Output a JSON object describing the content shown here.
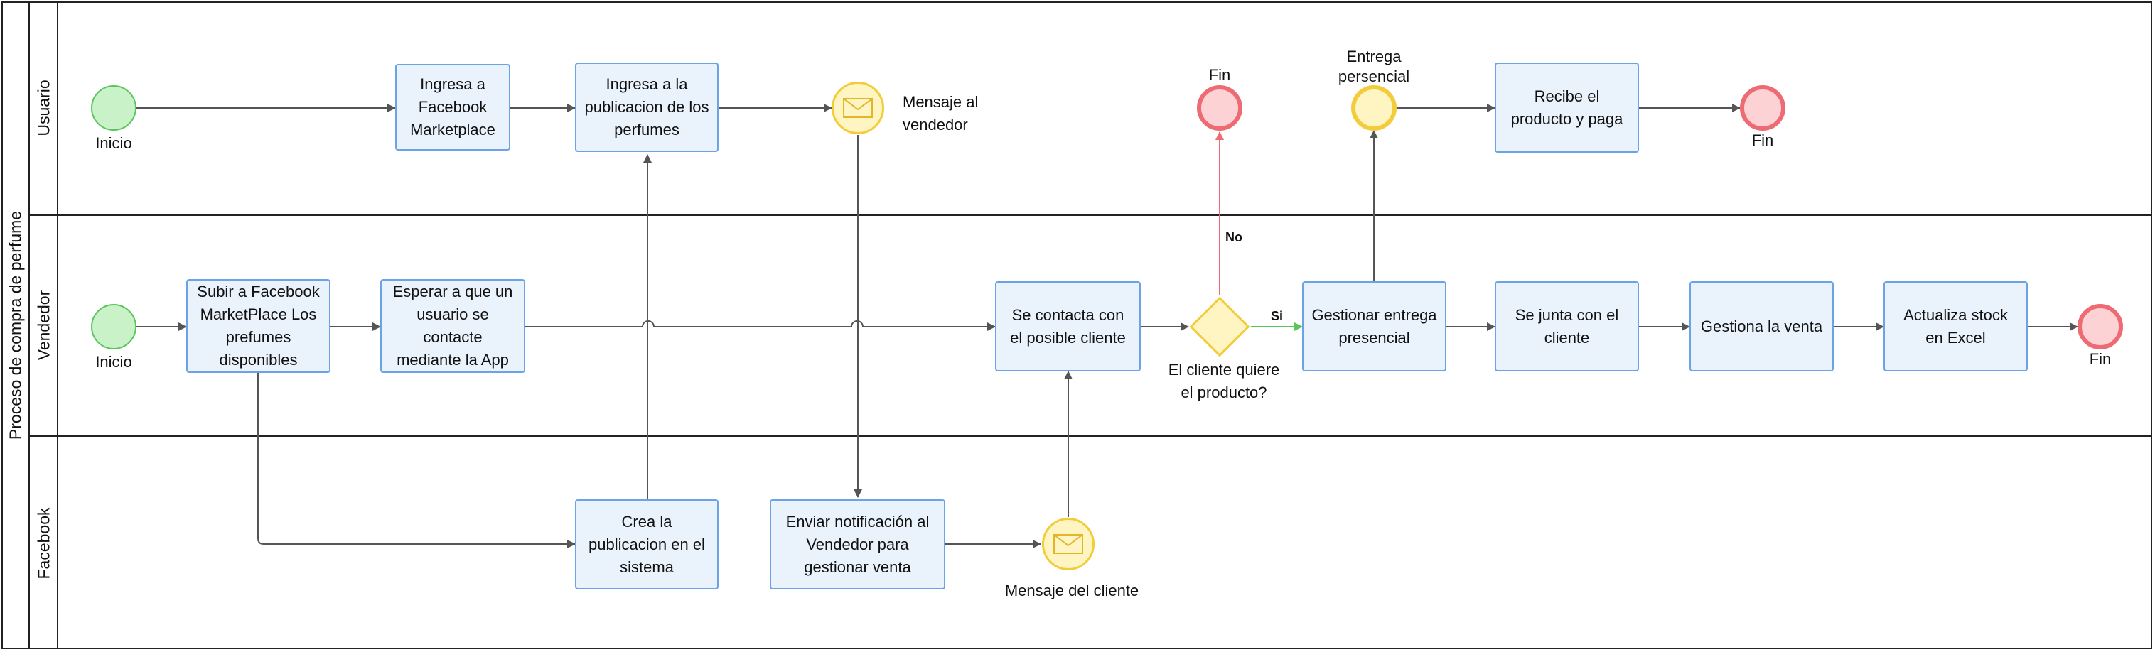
{
  "pool": {
    "title": "Proceso de compra de perfume"
  },
  "lanes": {
    "usuario": "Usuario",
    "vendedor": "Vendedor",
    "facebook": "Facebook"
  },
  "events": {
    "inicio_usuario": "Inicio",
    "inicio_vendedor": "Inicio",
    "mensaje_vendedor": "Mensaje al\nvendedor",
    "fin_no": "Fin",
    "entrega_persencial": "Entrega\npersencial",
    "fin_usuario": "Fin",
    "fin_vendedor": "Fin",
    "mensaje_cliente": "Mensaje del cliente"
  },
  "tasks": {
    "ingresa_marketplace": "Ingresa a\nFacebook\nMarketplace",
    "ingresa_publicacion": "Ingresa a la\npublicacion de los\nperfumes",
    "recibe_producto": "Recibe el\nproducto y paga",
    "subir_facebook": "Subir a Facebook\nMarketPlace Los\nprefumes\ndisponibles",
    "esperar_usuario": "Esperar a que un\nusuario se\ncontacte\nmediante la App",
    "se_contacta": "Se contacta con\nel posible cliente",
    "gestionar_entrega": "Gestionar entrega\npresencial",
    "se_junta": "Se junta con el\ncliente",
    "gestiona_venta": "Gestiona la venta",
    "actualiza_stock": "Actualiza stock\nen Excel",
    "crea_publicacion": "Crea la\npublicacion en el\nsistema",
    "enviar_notificacion": "Enviar notificación al\nVendedor para\ngestionar venta"
  },
  "gateway": {
    "question": "El cliente quiere\nel producto?",
    "yes_label": "Si",
    "no_label": "No"
  },
  "colors": {
    "task_fill": "#eaf2fc",
    "task_border": "#6aa4e6",
    "start_fill": "#c9f2c9",
    "start_border": "#5cc45c",
    "end_fill": "#fcd2d5",
    "end_border": "#ef6b73",
    "message_fill": "#fff5c2",
    "message_border": "#f2cc3a",
    "flow": "#555555",
    "flow_no": "#ef6b73",
    "flow_yes": "#5cc45c"
  }
}
